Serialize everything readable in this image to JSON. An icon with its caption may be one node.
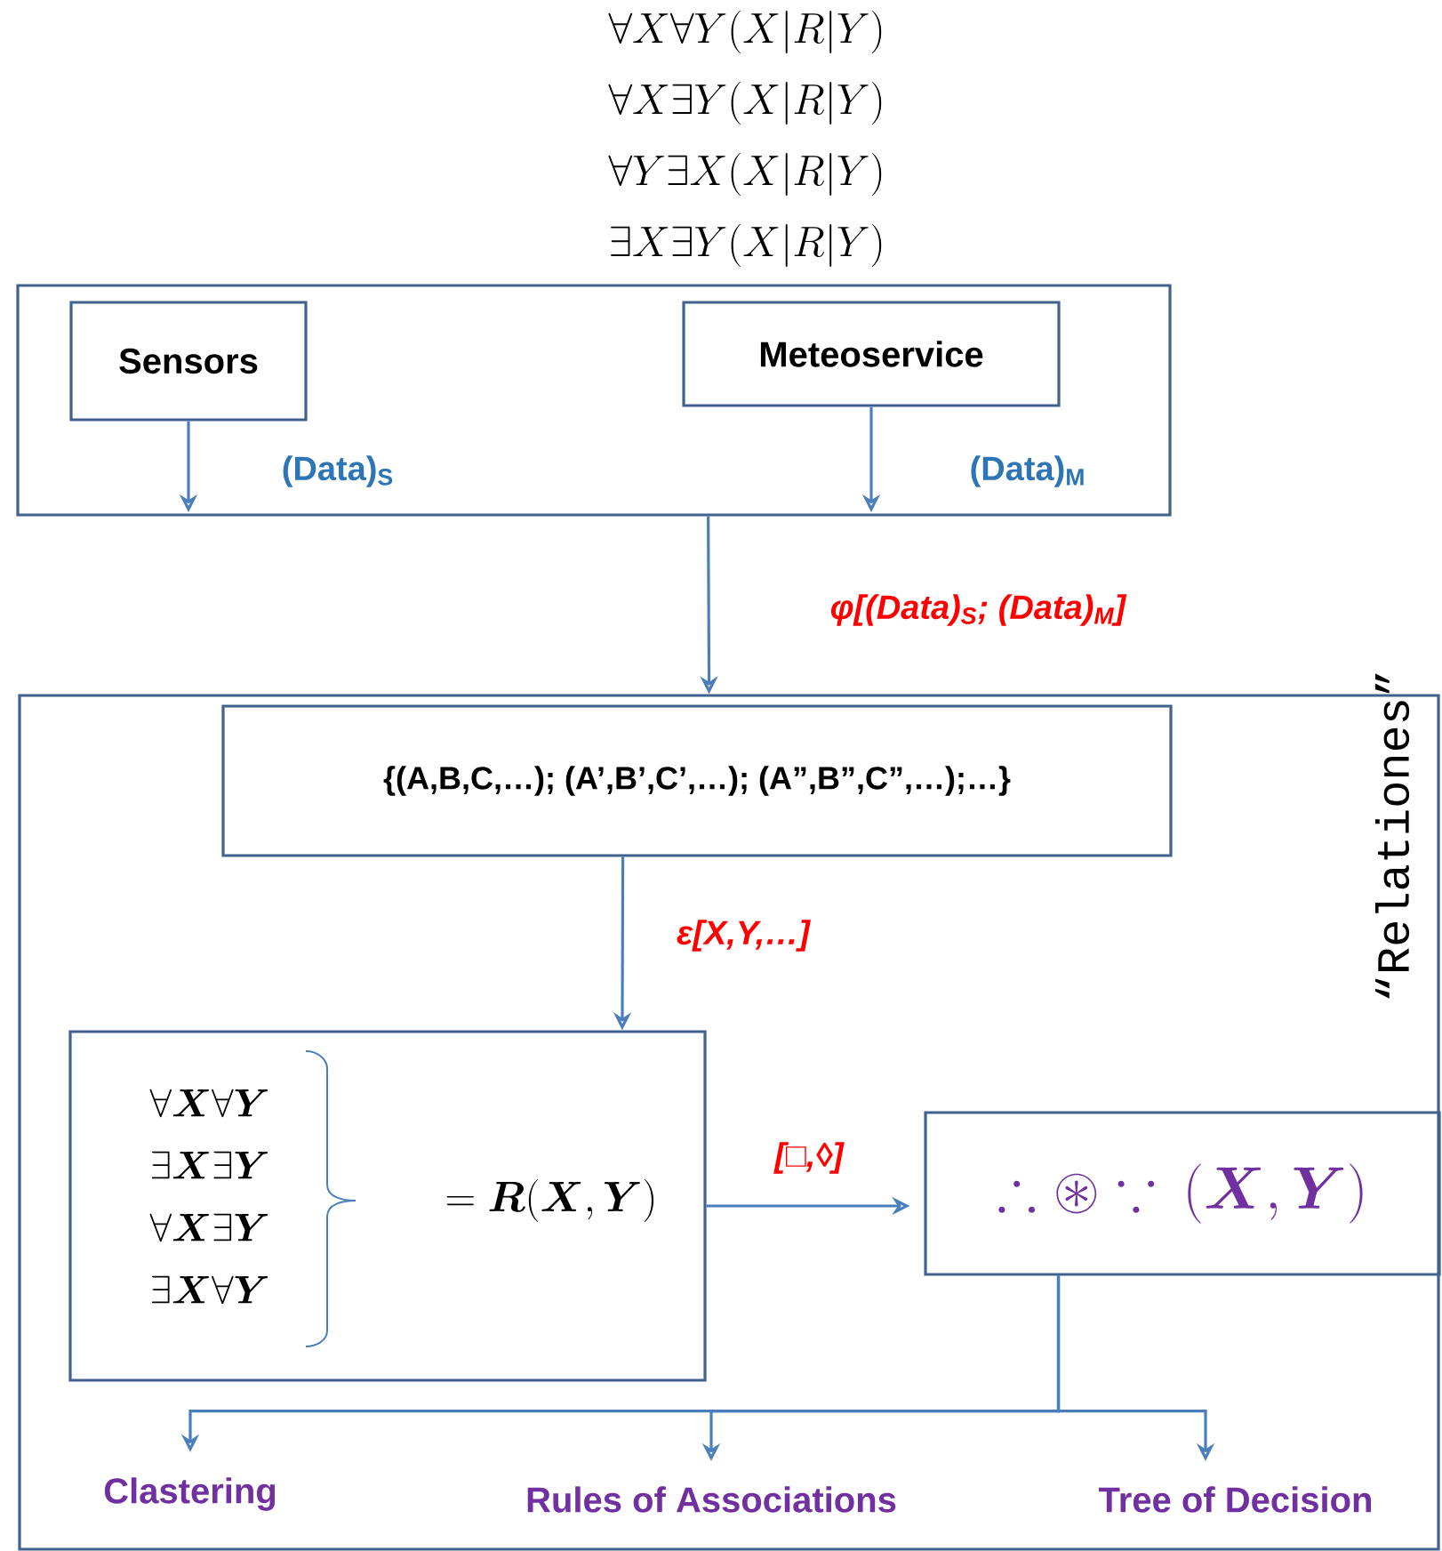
{
  "diagram": {
    "nodes": [
      {
        "text": [],
        "shape": "box"
      },
      {
        "text": [
          "Sensors"
        ],
        "in": 0
      },
      {
        "text": [
          "Meteoservice"
        ],
        "in": 0
      },
      {
        "text": [
          "“Relationes”"
        ]
      },
      {
        "text": [
          "{(A,B,C,…); (A’,B’,C’,…); (A”,B”,C”,…);…}"
        ],
        "in": 3
      },
      {
        "text": [
          "\\forall\\boldsymbol{X}\\forall\\boldsymbol{Y}",
          "\\exists\\boldsymbol{X}\\exists\\boldsymbol{Y}",
          "\\forall\\boldsymbol{X}\\exists\\boldsymbol{Y}",
          "\\exists\\boldsymbol{X}\\forall\\boldsymbol{Y}",
          "=\\boldsymbol{R}(\\boldsymbol{X},\\boldsymbol{Y})"
        ],
        "in": 3
      },
      {
        "text": [
          "\\therefore\\circledast\\because\\,(\\boldsymbol{X},\\boldsymbol{Y})"
        ],
        "in": 3
      },
      {
        "text": [
          "Clastering"
        ],
        "in": 3
      },
      {
        "text": [
          "Rules of Associations"
        ],
        "in": 3
      },
      {
        "text": [
          "Tree of Decision"
        ],
        "in": 3
      }
    ],
    "edges": [
      {
        "from": 1,
        "to": null,
        "arrow": "to",
        "label": "(Data)$_{S}$"
      },
      {
        "from": 2,
        "to": null,
        "arrow": "to",
        "label": "(Data)$_{M}$"
      },
      {
        "from": 0,
        "to": 3,
        "arrow": "to",
        "label": "φ[(Data)$_{S}$; (Data)$_{M}$]"
      },
      {
        "from": 4,
        "to": 5,
        "arrow": "to",
        "label": "ε[X,Y,…]"
      },
      {
        "from": 5,
        "to": 6,
        "arrow": "to",
        "label": "[□,◊]"
      },
      {
        "from": 6,
        "to": 7,
        "arrow": "to"
      },
      {
        "from": 6,
        "to": 8,
        "arrow": "to"
      },
      {
        "from": 6,
        "to": 9,
        "arrow": "to"
      }
    ],
    "labels": [
      "\\forall X\\forall Y(X|R|Y)",
      "\\forall X\\exists Y(X|R|Y)",
      "\\forall Y\\exists X(X|R|Y)",
      "\\exists X\\exists Y(X|R|Y)"
    ]
  }
}
